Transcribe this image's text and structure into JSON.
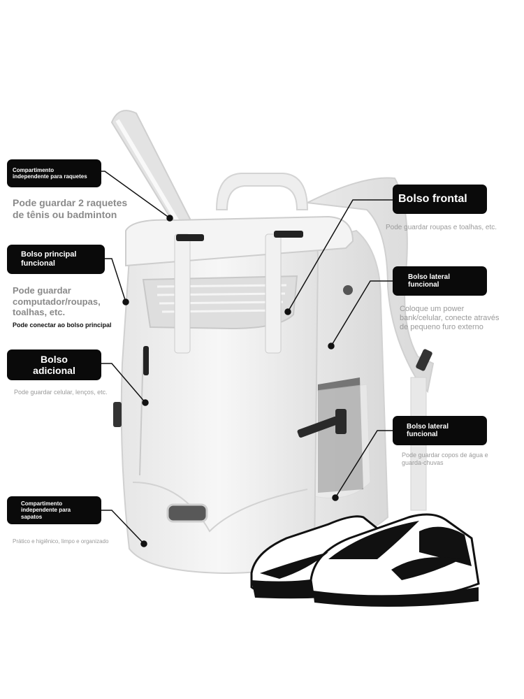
{
  "callouts": {
    "shoe_compartment_top": {
      "title": "Compartimento\nindependente para raquetes",
      "desc": "Pode guardar 2 raquetes\nde tênis ou badminton"
    },
    "main_pocket": {
      "title": "Bolso principal\nfuncional",
      "desc": "Pode guardar\ncomputador/roupas,\ntoalhas, etc.",
      "note": "Pode conectar ao bolso principal"
    },
    "extra_pocket": {
      "title": "Bolso\nadicional",
      "desc": "Pode guardar celular, lenços, etc."
    },
    "shoe_compartment": {
      "title": "Compartimento\nindependente para sapatos",
      "desc": "Prático e higiênico, limpo e organizado"
    },
    "front_pocket": {
      "title": "Bolso frontal",
      "desc": "Pode guardar roupas e toalhas, etc."
    },
    "side_pocket_1": {
      "title": "Bolso lateral\nfuncional",
      "desc": "Coloque um power\nbank/celular, conecte através\nde pequeno furo externo"
    },
    "side_pocket_2": {
      "title": "Bolso lateral\nfuncional",
      "desc": "Pode guardar copos de água e\nguarda-chuvas"
    }
  },
  "colors": {
    "label_bg": "#0a0a0a",
    "label_text": "#ffffff",
    "desc_text": "#9a9a9a",
    "bag": "#f2f2f2"
  },
  "icons": [
    "racket-icon",
    "backpack-icon",
    "sneaker-icon"
  ]
}
